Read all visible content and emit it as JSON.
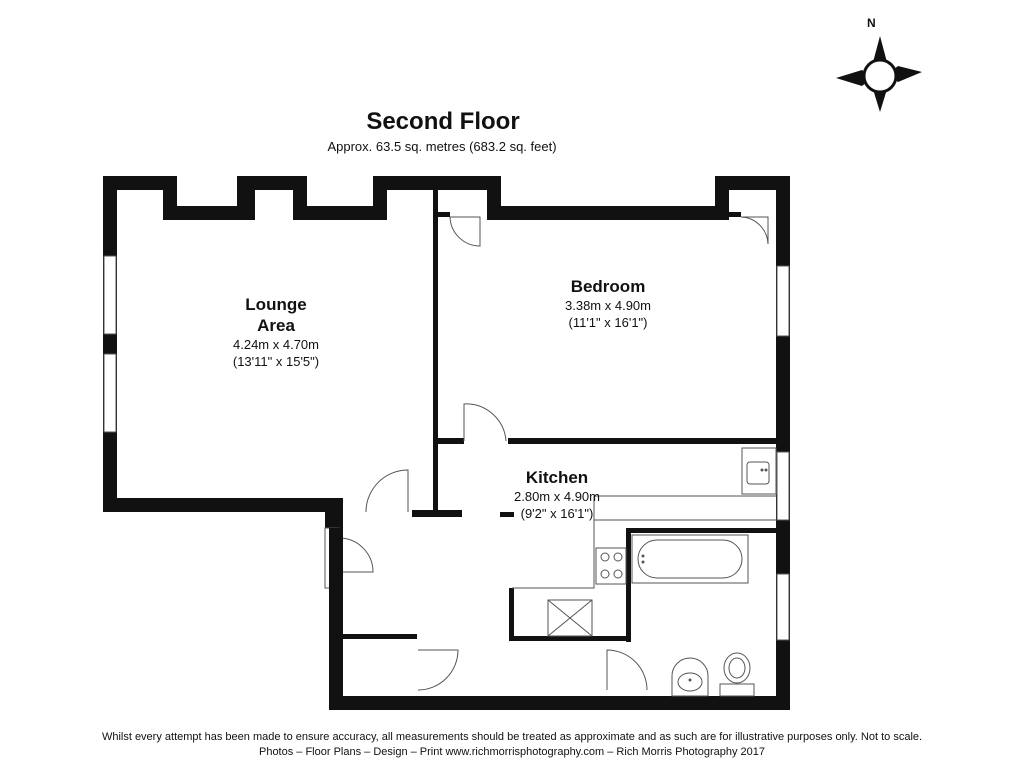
{
  "floor": {
    "title": "Second Floor",
    "area": "Approx. 63.5 sq. metres (683.2 sq. feet)"
  },
  "compass": {
    "label": "N"
  },
  "rooms": {
    "lounge": {
      "name_line1": "Lounge",
      "name_line2": "Area",
      "metric": "4.24m x 4.70m",
      "imperial": "(13'11\" x 15'5\")"
    },
    "bedroom": {
      "name": "Bedroom",
      "metric": "3.38m x 4.90m",
      "imperial": "(11'1\" x 16'1\")"
    },
    "kitchen": {
      "name": "Kitchen",
      "metric": "2.80m x 4.90m",
      "imperial": "(9'2\" x 16'1\")"
    }
  },
  "footer": {
    "disclaimer": "Whilst every attempt has been made to ensure accuracy, all measurements should be treated as approximate and as such are for illustrative purposes only. Not to scale.",
    "credit": "Photos – Floor Plans – Design – Print www.richmorrisphotography.com – Rich Morris Photography 2017"
  }
}
